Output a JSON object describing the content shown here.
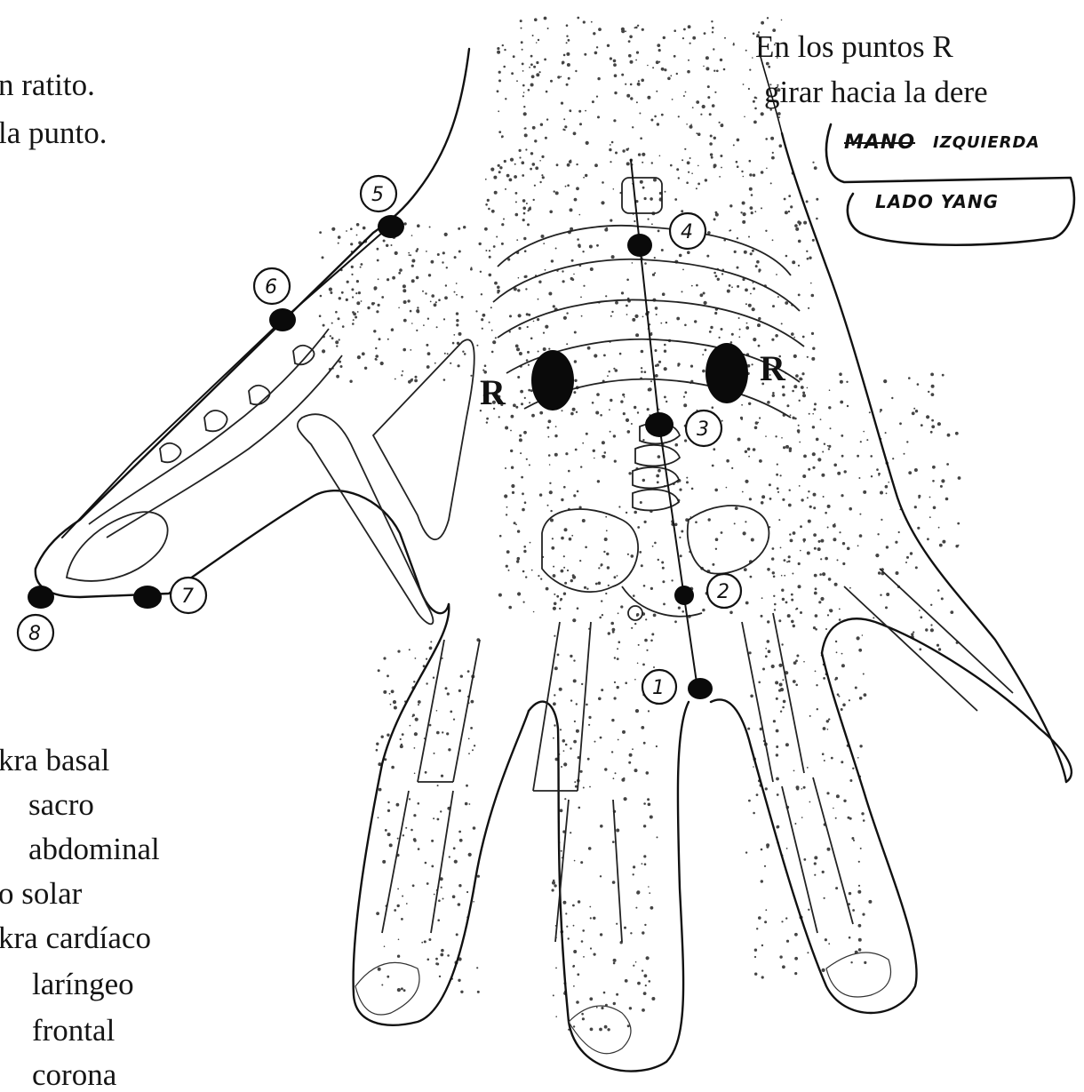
{
  "top_left_lines": [
    "n ratito.",
    "la punto."
  ],
  "top_right_lines": [
    "En los puntos R",
    "girar hacia la dere"
  ],
  "handwritten_note": {
    "line1_scribble": "MANO",
    "line1": "IZQUIERDA",
    "line2": "LADO YANG"
  },
  "chakra_list": [
    "kra basal",
    "sacro",
    "abdominal",
    "o solar",
    "kra cardíaco",
    "laríngeo",
    "frontal",
    "corona"
  ],
  "point_labels": [
    "1",
    "2",
    "3",
    "4",
    "5",
    "6",
    "7",
    "8"
  ],
  "r_labels": [
    "R",
    "R"
  ]
}
